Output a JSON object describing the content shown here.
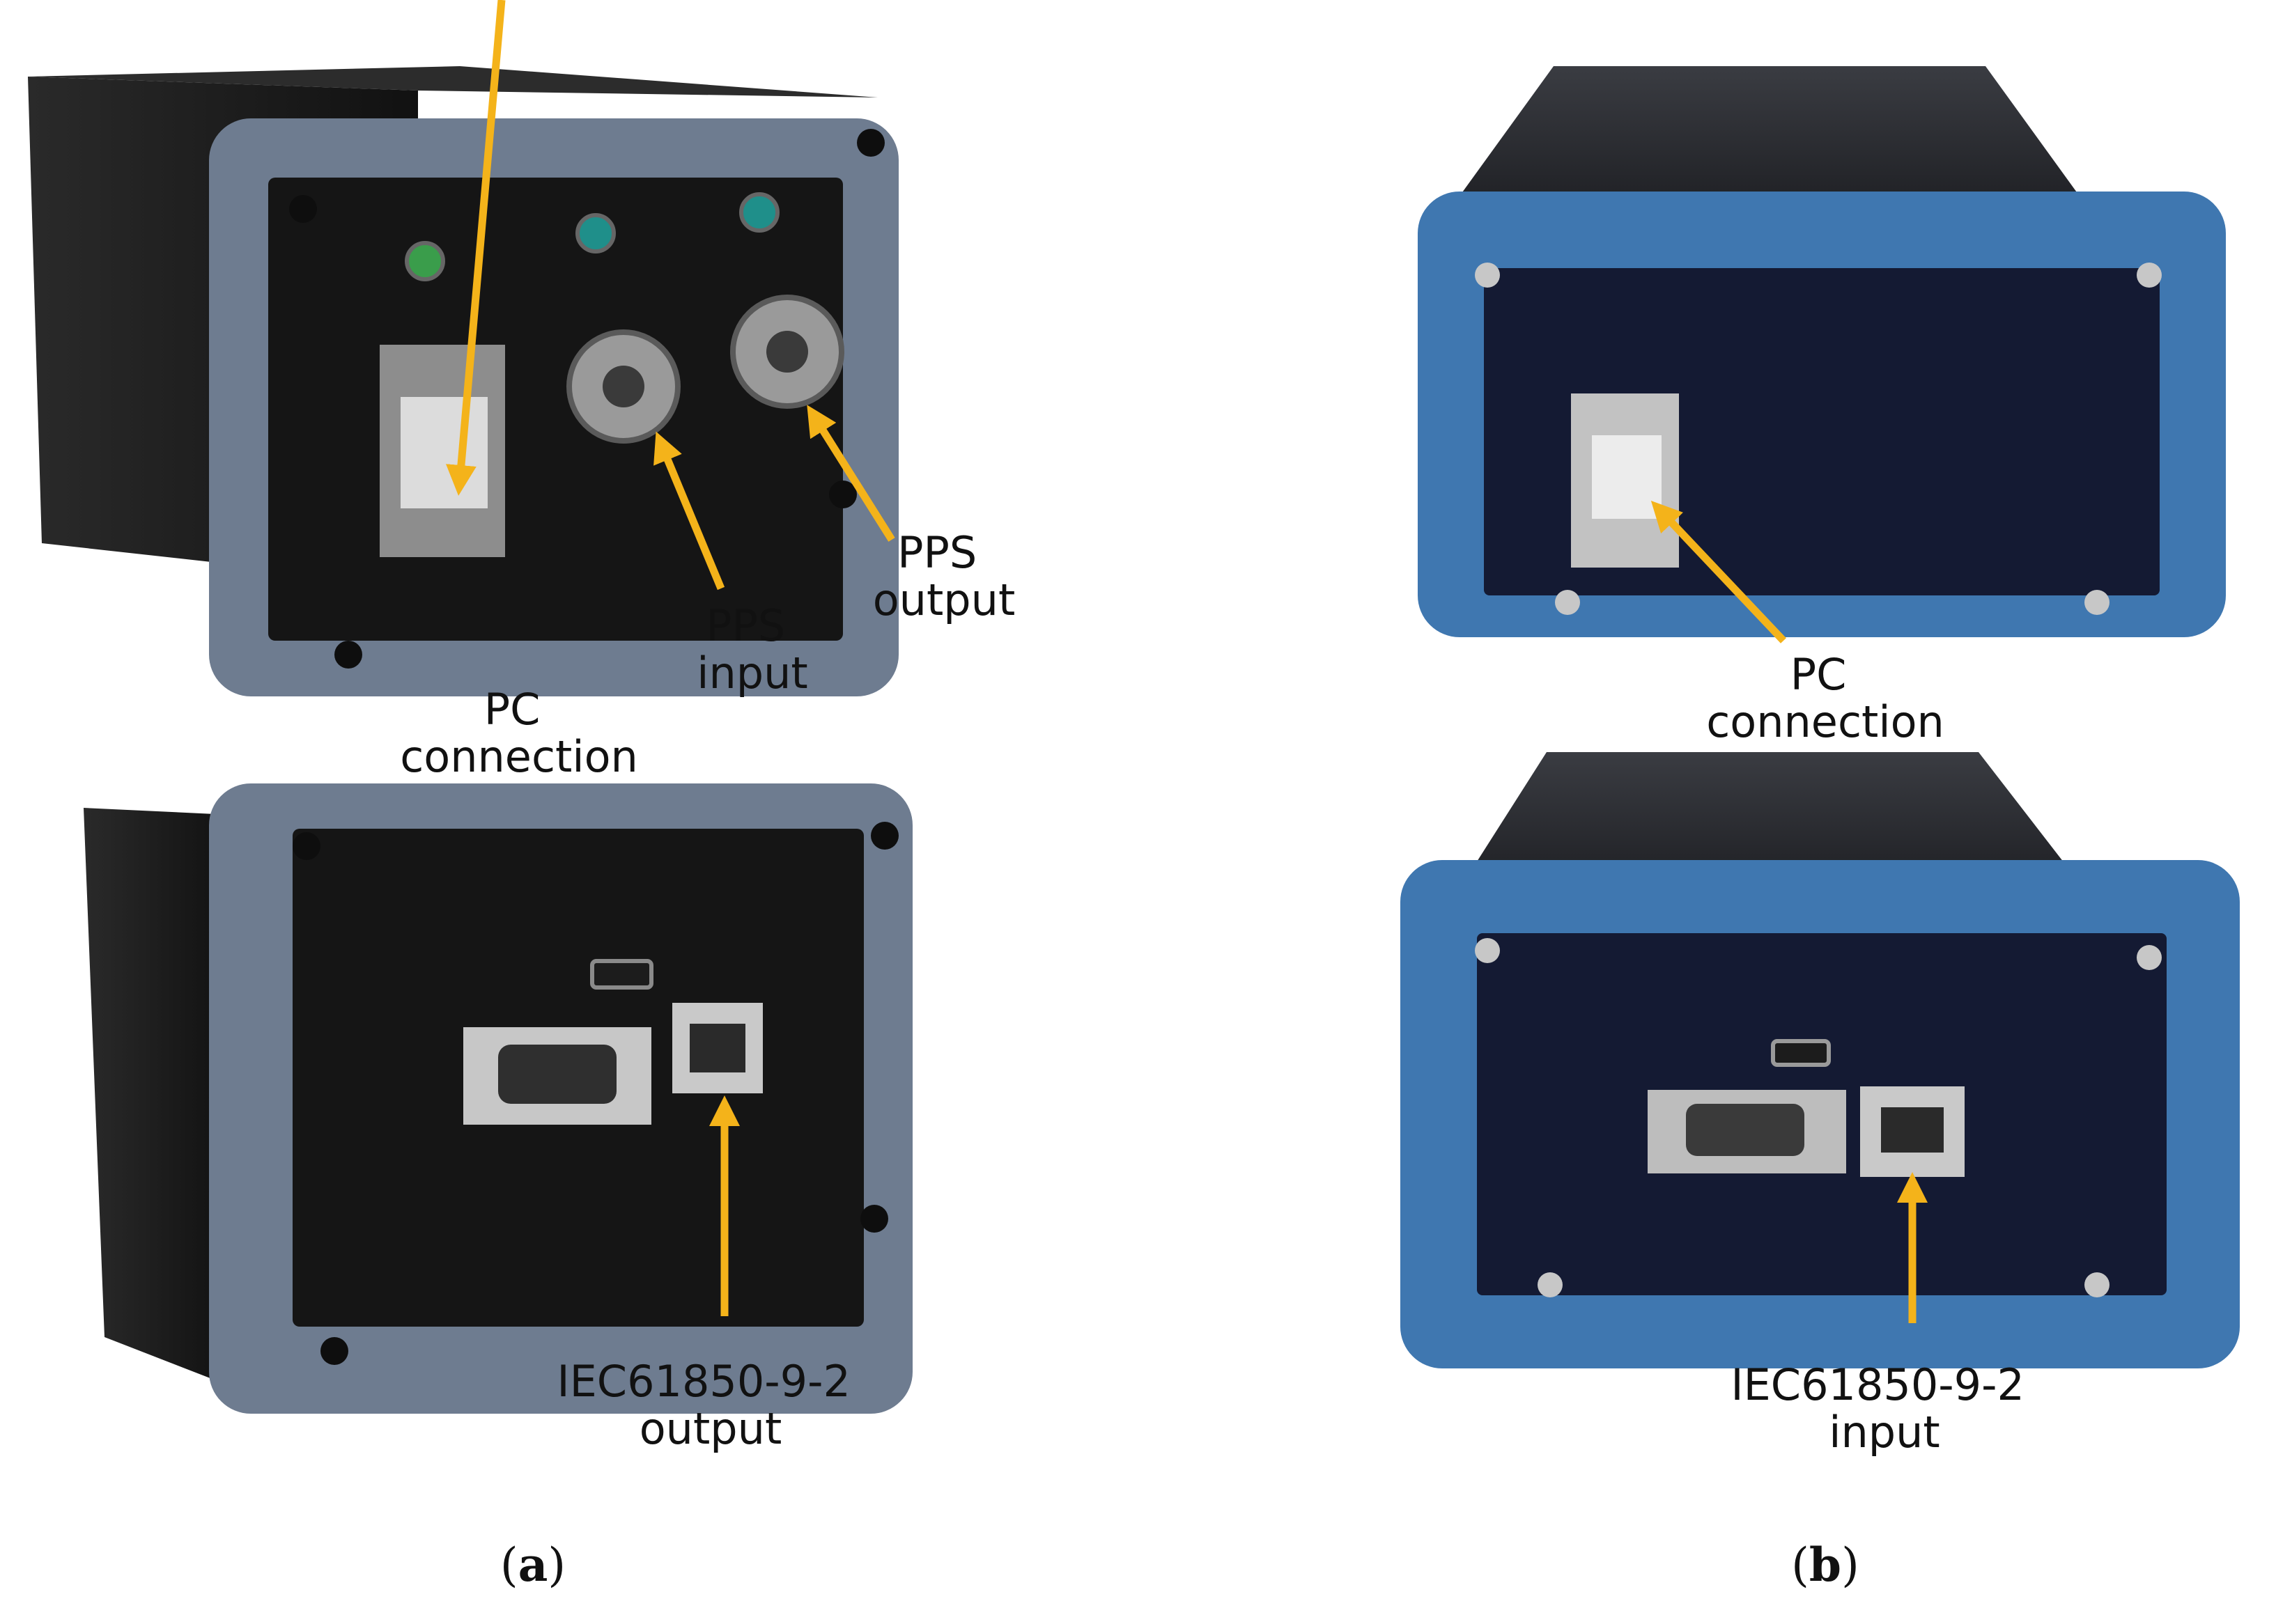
{
  "panel_a": {
    "caption_letter": "a",
    "top_labels": {
      "pc": [
        "PC",
        "connection"
      ],
      "pps_in": [
        "PPS",
        "input"
      ],
      "pps_out": [
        "PPS",
        "output"
      ]
    },
    "bottom_labels": {
      "iec": [
        "IEC61850-9-2",
        "output"
      ]
    }
  },
  "panel_b": {
    "caption_letter": "b",
    "top_labels": {
      "pc": [
        "PC",
        "connection"
      ]
    },
    "bottom_labels": {
      "iec": [
        "IEC61850-9-2",
        "input"
      ]
    }
  },
  "colors": {
    "arrow": "#f4b31a",
    "frame_a": "#6e7c90",
    "frame_b": "#3f77b0",
    "panel_a": "#151515",
    "panel_b": "#141a33",
    "body_a": "#1f1f1f",
    "body_b": "#26282d"
  }
}
